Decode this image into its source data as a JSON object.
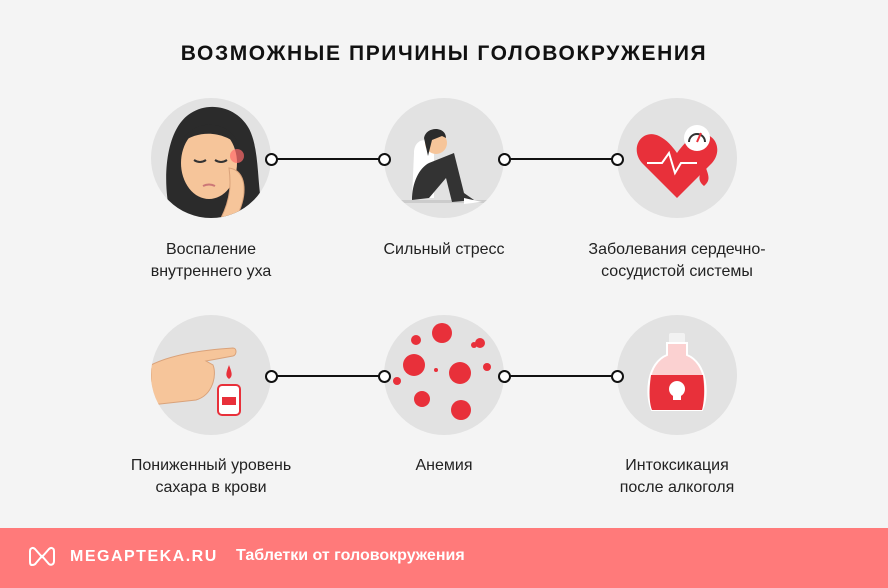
{
  "title": "ВОЗМОЖНЫЕ ПРИЧИНЫ ГОЛОВОКРУЖЕНИЯ",
  "causes": [
    {
      "line1": "Воспаление",
      "line2": "внутреннего уха",
      "icon": "ear-pain-woman-icon"
    },
    {
      "line1": "Сильный стресс",
      "line2": "",
      "icon": "stressed-person-icon"
    },
    {
      "line1": "Заболевания сердечно-",
      "line2": "сосудистой системы",
      "icon": "heart-pressure-icon"
    },
    {
      "line1": "Пониженный уровень",
      "line2": "сахара в крови",
      "icon": "glucose-test-icon"
    },
    {
      "line1": "Анемия",
      "line2": "",
      "icon": "blood-cells-icon"
    },
    {
      "line1": "Интоксикация",
      "line2": "после алкоголя",
      "icon": "poison-bottle-icon"
    }
  ],
  "footer": {
    "brand": "MEGAPTEKA.RU",
    "link": "Таблетки от головокружения"
  },
  "colors": {
    "accent": "#ff7a7a",
    "red": "#e8303a",
    "background": "#f4f4f4"
  }
}
